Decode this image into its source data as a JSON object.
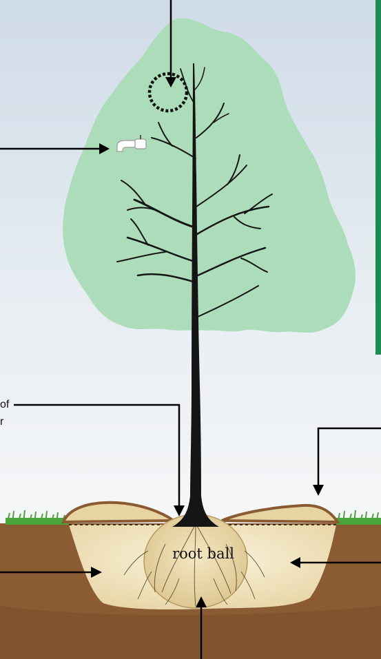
{
  "labels": {
    "root_ball": "root ball",
    "left_fragment_line1": "of",
    "left_fragment_line2": "r"
  },
  "colors": {
    "sky_top": "#d3dee9",
    "sky_bottom": "#f4f6f8",
    "canopy": "#acdcba",
    "green_panel_border": "#1f8a52",
    "soil": "#8a5a32",
    "soil_dark": "#6b4324",
    "backfill": "#efe2bd",
    "grass": "#4aa43a",
    "trunk": "#151515",
    "arrow": "#000000"
  },
  "icons": {
    "faucet": "faucet-icon",
    "dashed_circle": "dashed-circle-marker"
  }
}
